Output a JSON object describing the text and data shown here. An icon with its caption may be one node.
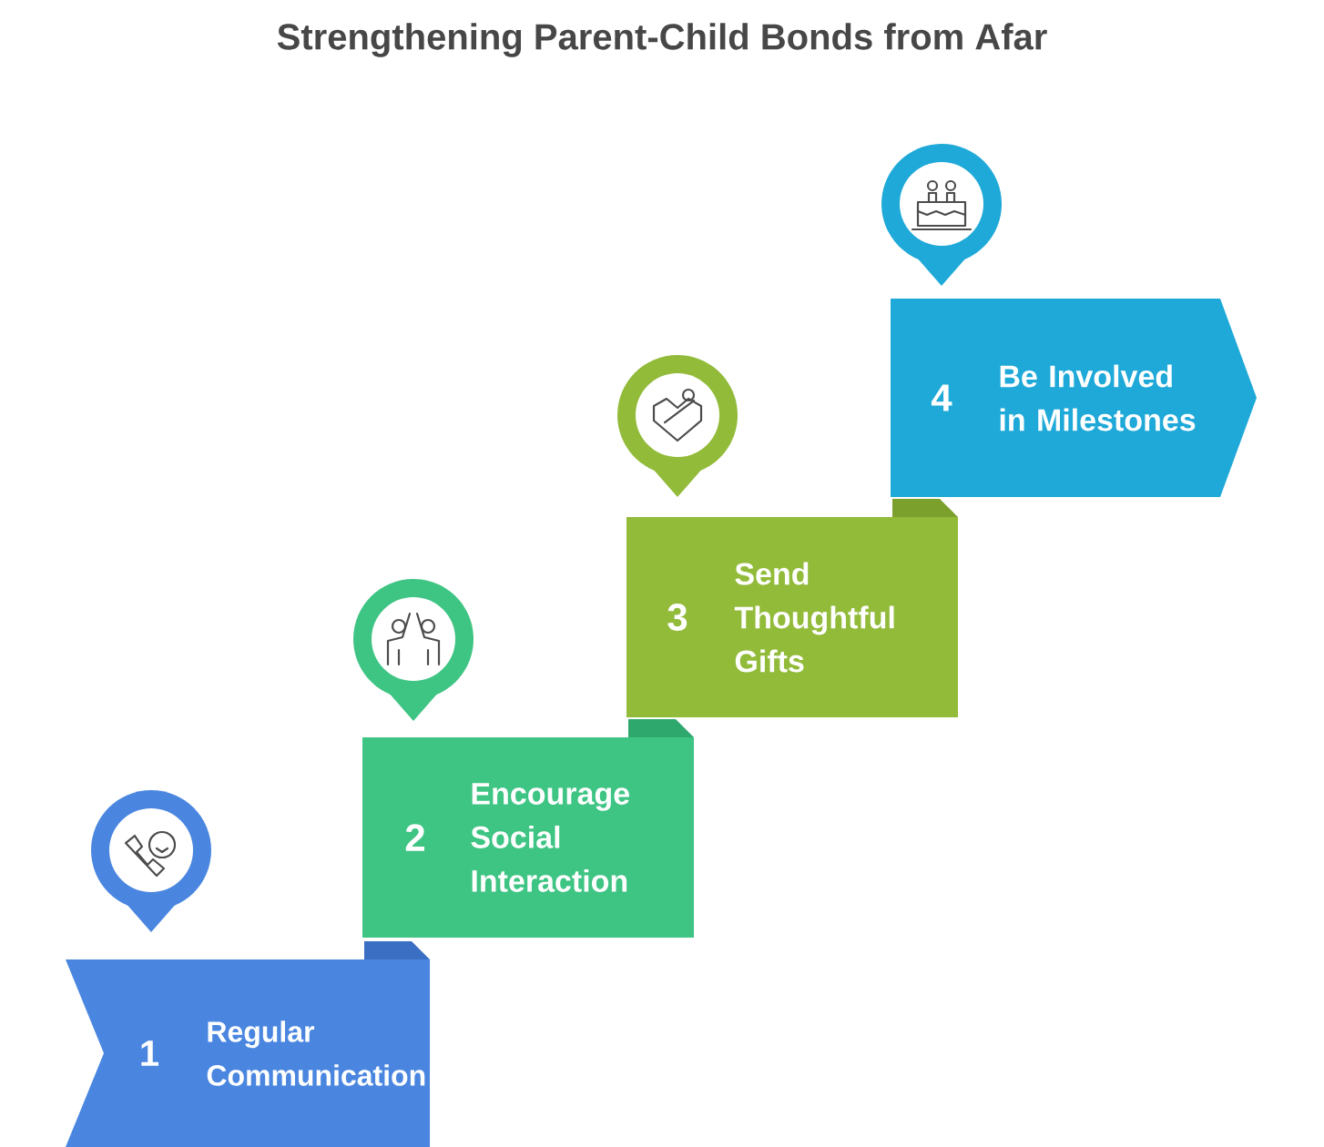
{
  "diagram": {
    "title": "Strengthening Parent-Child Bonds from Afar",
    "nodes": [
      {
        "text": [
          "1",
          "Regular Communication"
        ]
      },
      {
        "text": [
          "2",
          "Encourage Social Interaction"
        ]
      },
      {
        "text": [
          "3",
          "Send Thoughtful Gifts"
        ]
      },
      {
        "text": [
          "4",
          "Be Involved in Milestones"
        ]
      }
    ]
  }
}
